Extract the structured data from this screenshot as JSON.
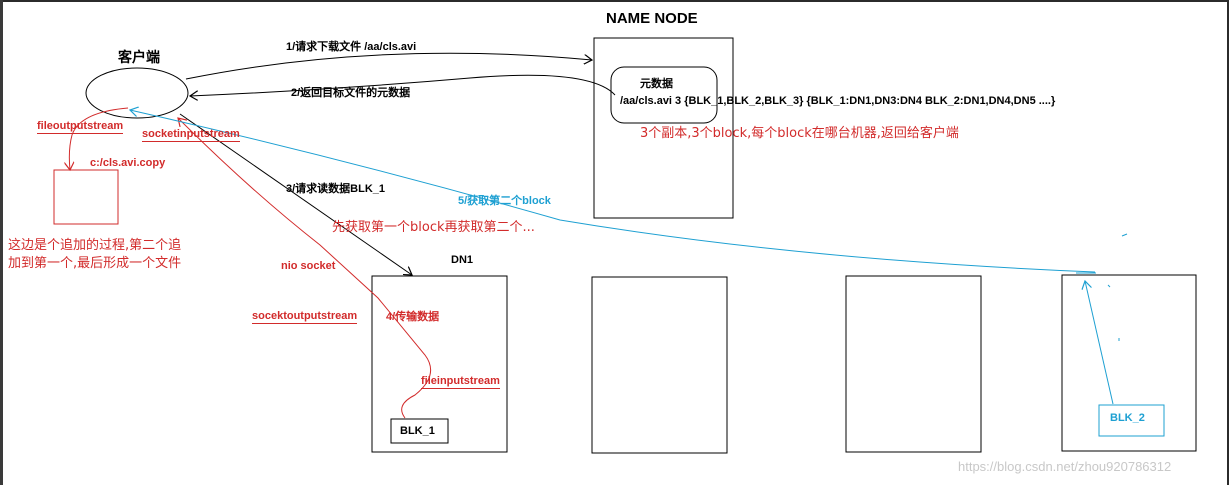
{
  "name_node": {
    "title": "NAME NODE",
    "meta_title": "元数据",
    "meta_line": "/aa/cls.avi  3  {BLK_1,BLK_2,BLK_3}   {BLK_1:DN1,DN3:DN4   BLK_2:DN1,DN4,DN5 ....}"
  },
  "client": {
    "label": "客户端",
    "copy_path": "c:/cls.avi.copy"
  },
  "datanode": {
    "dn1_label": "DN1",
    "blk1": "BLK_1",
    "blk2": "BLK_2"
  },
  "steps": {
    "step1": "1/请求下载文件 /aa/cls.avi",
    "step2": "2/返回目标文件的元数据",
    "step3": "3/请求读数据BLK_1",
    "step4": "4/传输数据",
    "step5": "5/获取第二个block"
  },
  "notes": {
    "replicas": "3个副本,3个block,每个block在哪台机器,返回给客户端",
    "order": "先获取第一个block再获取第二个...",
    "append_line1": "这边是个追加的过程,第二个追",
    "append_line2": "加到第一个,最后形成一个文件"
  },
  "streams": {
    "file_out": "fileoutputstream",
    "socket_in": "socketinputstream",
    "nio_socket": "nio socket",
    "socket_out": "socektoutputstream",
    "file_in": "fileinputstream"
  },
  "watermark": "https://blog.csdn.net/zhou920786312",
  "colors": {
    "red": "#d22b2b",
    "blue": "#1ea0d2",
    "black": "#000000"
  }
}
